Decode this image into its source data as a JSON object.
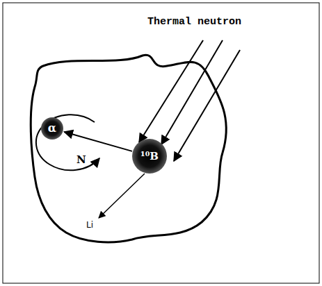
{
  "diagram": {
    "nodes": [
      {
        "text": [
          "α"
        ]
      },
      {
        "text": [
          "¹⁰B"
        ]
      }
    ],
    "edges": [
      {
        "from": 1,
        "to": 0,
        "arrow": "to"
      }
    ],
    "labels": [
      "Thermal neutron",
      "N",
      "Li"
    ]
  }
}
